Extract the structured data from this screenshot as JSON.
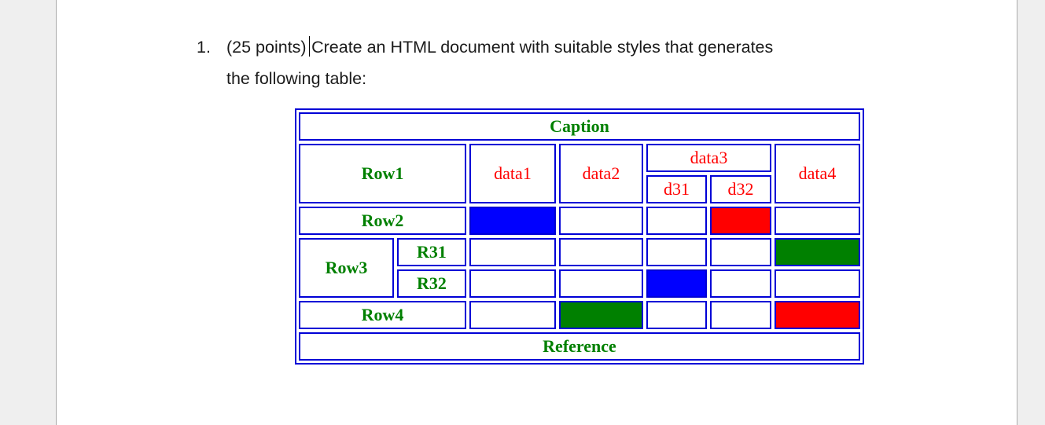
{
  "question": {
    "number": "1.",
    "points": "(25 points)",
    "line1": "Create an HTML document with suitable styles that generates",
    "line2": "the following table:"
  },
  "table": {
    "caption": "Caption",
    "reference": "Reference",
    "labels": {
      "row1": "Row1",
      "row2": "Row2",
      "row3": "Row3",
      "r31": "R31",
      "r32": "R32",
      "row4": "Row4"
    },
    "headers": {
      "data1": "data1",
      "data2": "data2",
      "data3": "data3",
      "d31": "d31",
      "d32": "d32",
      "data4": "data4"
    },
    "colors": {
      "border": "#0000d6",
      "label_text": "#008000",
      "data_text": "#ff0000",
      "blue_fill": "#0000ff",
      "green_fill": "#008000",
      "red_fill": "#ff0000"
    },
    "fills": {
      "row2": {
        "data1": "#0000ff",
        "data2": null,
        "d31": null,
        "d32": "#ff0000",
        "data4": null
      },
      "r31": {
        "data1": null,
        "data2": null,
        "d31": null,
        "d32": null,
        "data4": "#008000"
      },
      "r32": {
        "data1": null,
        "data2": null,
        "d31": "#0000ff",
        "d32": null,
        "data4": null
      },
      "row4": {
        "data1": null,
        "data2": "#008000",
        "d31": null,
        "d32": null,
        "data4": "#ff0000"
      }
    }
  }
}
